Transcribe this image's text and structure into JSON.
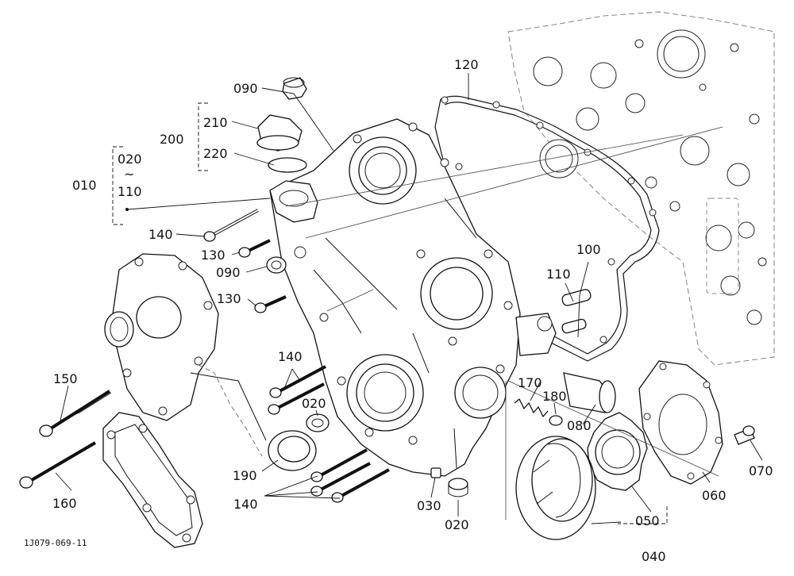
{
  "drawing_code": "1J079-069-11",
  "callouts": {
    "c090a": "090",
    "c210": "210",
    "c200": "200",
    "c220": "220",
    "c020a": "020",
    "c_tilde": "~",
    "c110a": "110",
    "c010": "010",
    "c120": "120",
    "c140a": "140",
    "c130a": "130",
    "c090b": "090",
    "c130b": "130",
    "c100": "100",
    "c110b": "110",
    "c140b": "140",
    "c150": "150",
    "c020b": "020",
    "c170": "170",
    "c180": "180",
    "c080": "080",
    "c190": "190",
    "c160": "160",
    "c140c": "140",
    "c030": "030",
    "c020c": "020",
    "c050": "050",
    "c060": "060",
    "c070": "070",
    "c040": "040"
  }
}
